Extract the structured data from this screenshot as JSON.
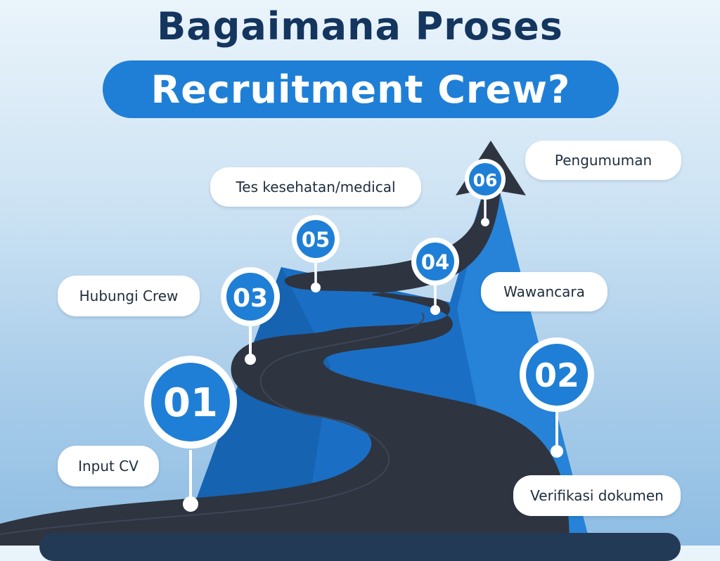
{
  "title": {
    "line1": "Bagaimana Proses",
    "line2": "Recruitment Crew?"
  },
  "colors": {
    "title_text": "#14355e",
    "accent_blue": "#1f7fd6",
    "mountain_blue": "#1a6fc4",
    "road": "#2e3440",
    "marker_circle": "#1f7fd6",
    "label_bg": "#ffffff"
  },
  "steps": [
    {
      "number": "01",
      "label": "Input CV"
    },
    {
      "number": "02",
      "label": "Verifikasi dokumen"
    },
    {
      "number": "03",
      "label": "Hubungi Crew"
    },
    {
      "number": "04",
      "label": "Wawancara"
    },
    {
      "number": "05",
      "label": "Tes kesehatan/medical"
    },
    {
      "number": "06",
      "label": "Pengumuman"
    }
  ],
  "icons": [
    "arrow-up-icon",
    "map-pin-icon"
  ]
}
